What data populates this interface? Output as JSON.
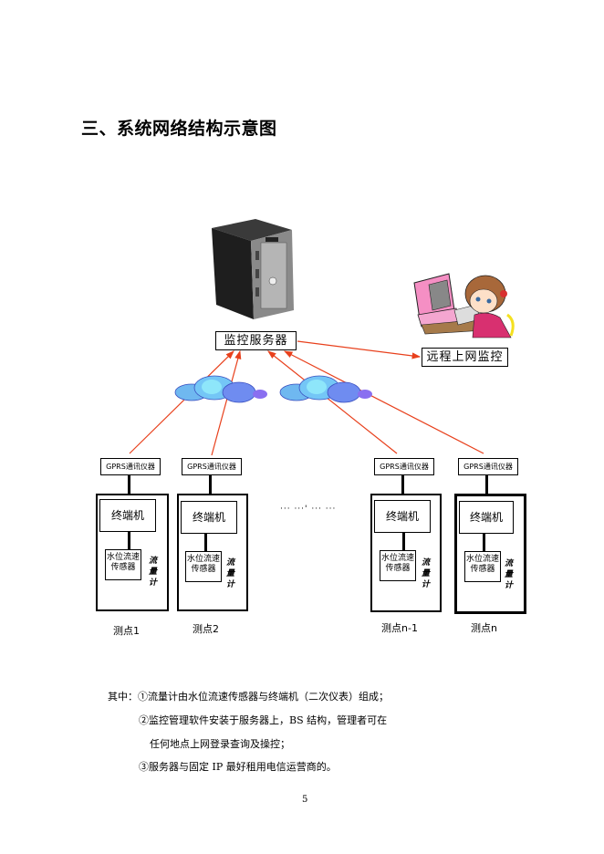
{
  "page": {
    "heading": "三、系统网络结构示意图",
    "page_number": "5"
  },
  "diagram": {
    "server_label": "监控服务器",
    "remote_label": "远程上网监控",
    "ellipsis": "··· ···' ··· ···",
    "stations": [
      {
        "gprs": "GPRS通讯仪器",
        "terminal": "终端机",
        "sensor_line1": "水位流速",
        "sensor_line2": "传感器",
        "flowmeter": "流量计",
        "caption": "测点1"
      },
      {
        "gprs": "GPRS通讯仪器",
        "terminal": "终端机",
        "sensor_line1": "水位流速",
        "sensor_line2": "传感器",
        "flowmeter": "流量计",
        "caption": "测点2"
      },
      {
        "gprs": "GPRS通讯仪器",
        "terminal": "终端机",
        "sensor_line1": "水位流速",
        "sensor_line2": "传感器",
        "flowmeter": "流量计",
        "caption": "测点n-1"
      },
      {
        "gprs": "GPRS通讯仪器",
        "terminal": "终端机",
        "sensor_line1": "水位流速",
        "sensor_line2": "传感器",
        "flowmeter": "流量计",
        "caption": "测点n"
      }
    ],
    "icons": {
      "server": "server-tower-icon",
      "user": "user-at-computer-icon",
      "cloud": "cloud-icon"
    },
    "colors": {
      "arrow": "#e8401c",
      "cloud_light": "#6fc8f5",
      "cloud_dark": "#6f7cf0"
    }
  },
  "notes": {
    "line1": "其中：①流量计由水位流速传感器与终端机（二次仪表）组成；",
    "line2": "②监控管理软件安装于服务器上，BS 结构，管理者可在",
    "line3": "任何地点上网登录查询及操控；",
    "line4": "③服务器与固定 IP 最好租用电信运营商的。"
  }
}
